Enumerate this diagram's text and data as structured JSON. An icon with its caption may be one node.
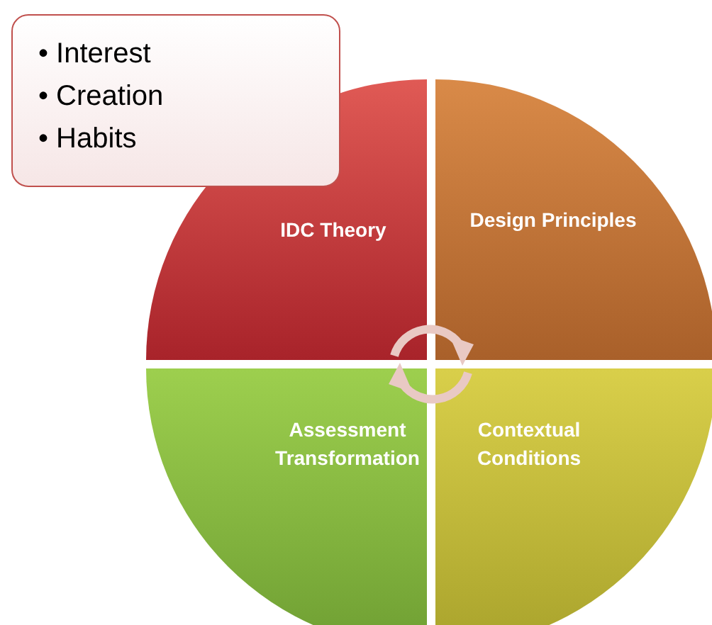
{
  "diagram": {
    "nodes": [
      {
        "text": [
          "• Interest",
          "• Creation",
          "• Habits"
        ]
      },
      {
        "text": [
          "IDC Theory"
        ]
      },
      {
        "text": [
          "Design Principles"
        ]
      },
      {
        "text": [
          "Assessment Transformation"
        ]
      },
      {
        "text": [
          "Contextual Conditions"
        ]
      }
    ]
  }
}
